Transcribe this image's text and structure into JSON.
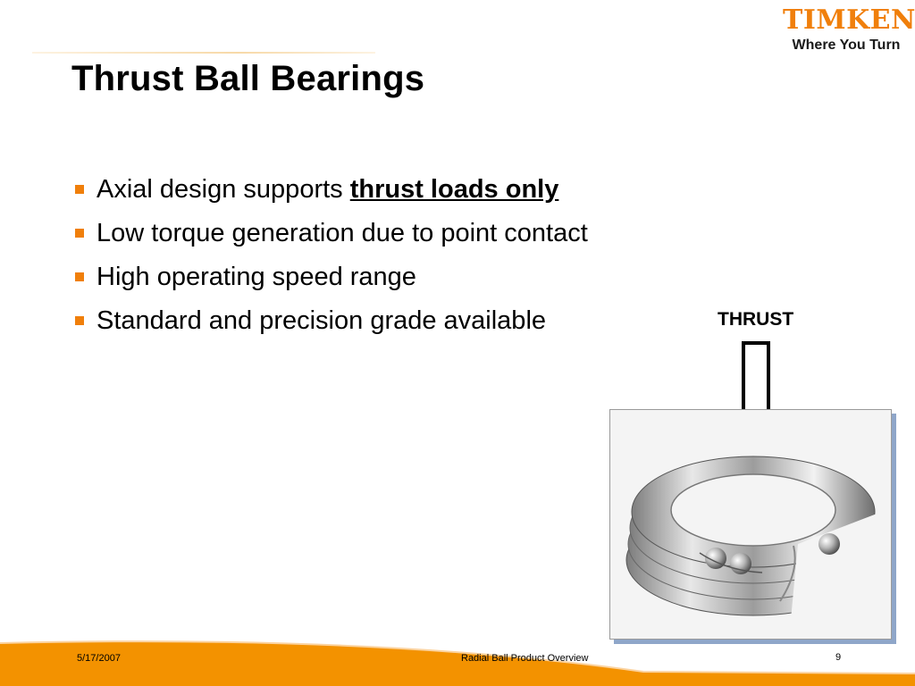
{
  "slide": {
    "title": "Thrust Ball Bearings",
    "logo": {
      "word": "TIMKEN",
      "tagline": "Where You Turn"
    },
    "bullets": [
      {
        "text": "Axial design supports ",
        "emphasis": "thrust loads only"
      },
      {
        "text": "Low torque generation due to point contact"
      },
      {
        "text": "High operating speed range"
      },
      {
        "text": "Standard and precision grade available"
      }
    ],
    "figure": {
      "label": "THRUST",
      "image": "thrust-ball-bearing-photo"
    },
    "footer": {
      "date": "5/17/2007",
      "title": "Radial Ball Product Overview",
      "page": "9"
    },
    "colors": {
      "accent": "#f07f0b",
      "footer_band": "#f39200",
      "frame_shadow": "#8fa6c9"
    }
  }
}
